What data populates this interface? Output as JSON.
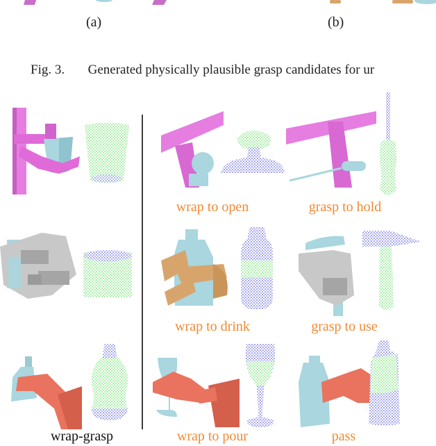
{
  "top_strip": {
    "subfigure_labels": [
      "(a)",
      "(b)"
    ]
  },
  "caption": {
    "label": "Fig. 3.",
    "text": "Generated physically plausible grasp candidates for ur"
  },
  "grid": {
    "left_column": {
      "label": "wrap-grasp",
      "panels": [
        {
          "object": "cup",
          "gripper_color": "#e57ee0",
          "pointcloud": "cup-pointcloud"
        },
        {
          "object": "cylinder",
          "gripper_color": "#c8c8c8",
          "pointcloud": "cylinder-pointcloud"
        },
        {
          "object": "bottle",
          "gripper_color": "#e9735e",
          "pointcloud": "bottle-pointcloud"
        }
      ]
    },
    "right_panels": [
      {
        "label": "wrap to open",
        "object": "knob"
      },
      {
        "label": "grasp to hold",
        "object": "screwdriver"
      },
      {
        "label": "wrap to drink",
        "object": "water-bottle"
      },
      {
        "label": "grasp to use",
        "object": "hammer"
      },
      {
        "label": "wrap to pour",
        "object": "wine-glass"
      },
      {
        "label": "pass",
        "object": "detergent-bottle"
      }
    ]
  },
  "colors": {
    "task_label": "#f08a34",
    "object_mesh": "#a9d6df",
    "gripper_magenta": "#e57ee0",
    "gripper_gray": "#c8c8c8",
    "gripper_tan": "#d7a56c",
    "gripper_salmon": "#e9735e",
    "points_graspable": "#35e035",
    "points_other": "#3b3bd8",
    "divider": "#3d3d3d"
  }
}
